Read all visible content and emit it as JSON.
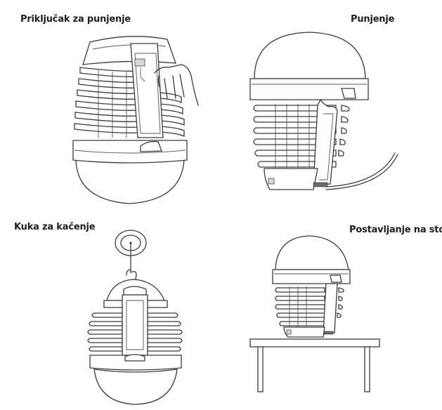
{
  "panels": [
    {
      "id": "charging-port",
      "title": "Priključak za punjenje"
    },
    {
      "id": "charging",
      "title": "Punjenje"
    },
    {
      "id": "hanging-hook",
      "title": "Kuka za kačenje"
    },
    {
      "id": "table-placement",
      "title": "Postavljanje na sto"
    }
  ],
  "colors": {
    "line": "#3a3a3a",
    "background": "#ffffff",
    "text": "#1e1e1e"
  }
}
